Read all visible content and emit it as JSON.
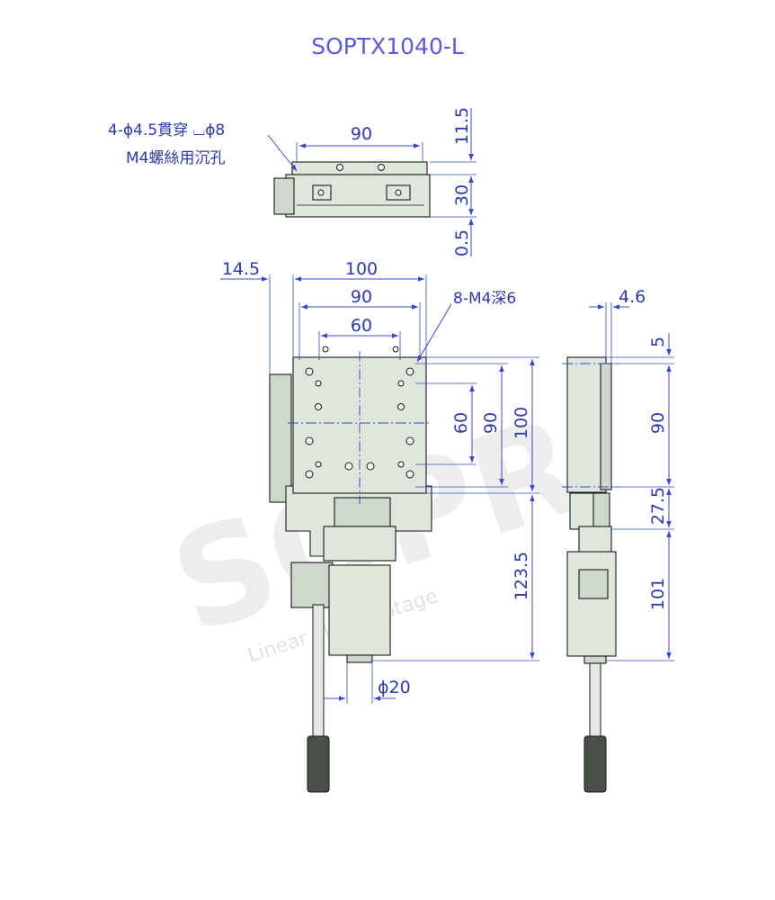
{
  "title": "SOPTX1040-L",
  "notes": {
    "hole_line1": "4-ϕ4.5貫穿 ⌴ϕ8",
    "hole_line2": "M4螺絲用沉孔",
    "tap_holes": "8-M4深6"
  },
  "dimensions": {
    "top_width_90": "90",
    "top_height_11_5": "11.5",
    "top_height_30": "30",
    "top_height_0_5": "0.5",
    "front_offset_14_5": "14.5",
    "front_width_100": "100",
    "front_width_90": "90",
    "front_width_60": "60",
    "front_height_60": "60",
    "front_height_90": "90",
    "front_height_100": "100",
    "front_height_123_5": "123.5",
    "front_dia_20": "ϕ20",
    "side_width_4_6": "4.6",
    "side_height_5": "5",
    "side_height_90": "90",
    "side_height_27_5": "27.5",
    "side_height_101": "101"
  }
}
